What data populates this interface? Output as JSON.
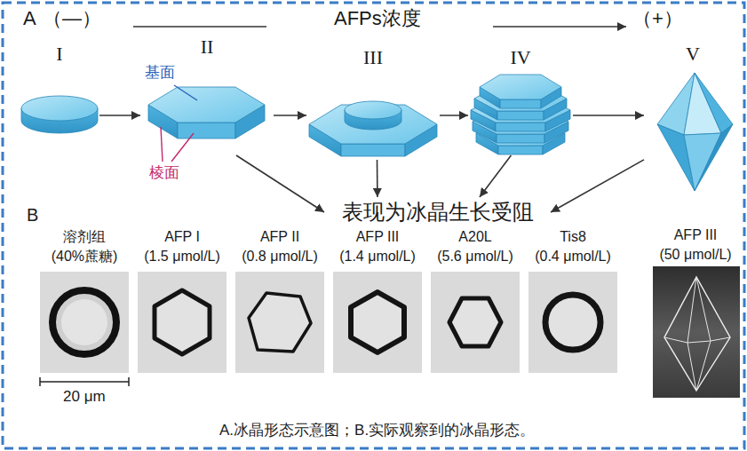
{
  "diagram": {
    "caption": "A.冰晶形态示意图；B.实际观察到的冰晶形态。",
    "nodes": [
      {
        "text": [
          "I"
        ]
      },
      {
        "text": [
          "II"
        ]
      },
      {
        "text": [
          "III"
        ]
      },
      {
        "text": [
          "IV"
        ]
      },
      {
        "text": [
          "V"
        ]
      },
      {
        "text": [
          "表现为冰晶生长受阻"
        ]
      },
      {
        "text": [
          "溶剂组",
          "(40%蔗糖)"
        ]
      },
      {
        "text": [
          "AFP I",
          "(1.5 μmol/L)"
        ]
      },
      {
        "text": [
          "AFP II",
          "(0.8 μmol/L)"
        ]
      },
      {
        "text": [
          "AFP III",
          "(1.4 μmol/L)"
        ]
      },
      {
        "text": [
          "A20L",
          "(5.6 μmol/L)"
        ]
      },
      {
        "text": [
          "Tis8",
          "(0.4 μmol/L)"
        ]
      },
      {
        "text": [
          "AFP III",
          "(50 μmol/L)"
        ]
      }
    ],
    "edges": [
      {
        "from": 0,
        "to": 1,
        "arrow": "to"
      },
      {
        "from": 1,
        "to": 2,
        "arrow": "to"
      },
      {
        "from": 2,
        "to": 3,
        "arrow": "to"
      },
      {
        "from": 3,
        "to": 4,
        "arrow": "to"
      },
      {
        "from": 1,
        "to": 5,
        "arrow": "to"
      },
      {
        "from": 2,
        "to": 5,
        "arrow": "to"
      },
      {
        "from": 3,
        "to": 5,
        "arrow": "to"
      },
      {
        "from": 4,
        "to": 5,
        "arrow": "to"
      }
    ],
    "labels": [
      "A",
      "（—）",
      "AFPs浓度",
      "（+）",
      "基面",
      "棱面",
      "B",
      "20 μm"
    ]
  }
}
